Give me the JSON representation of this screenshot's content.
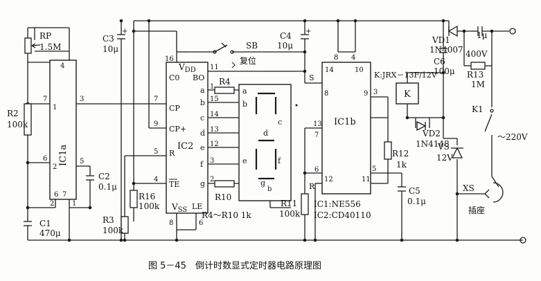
{
  "caption": "图 5－45　倒计时数显式定时器电路原理图",
  "components": {
    "rp": {
      "ref": "RP",
      "value": "1.5M"
    },
    "r2": {
      "ref": "R2",
      "value": "100k"
    },
    "c1": {
      "ref": "C1",
      "value": "470μ"
    },
    "ic1a": "IC1a",
    "c3": {
      "ref": "C3",
      "value": "10μ"
    },
    "c2": {
      "ref": "C2",
      "value": "0.1μ"
    },
    "r16": {
      "ref": "R16",
      "value": "100k"
    },
    "r3": {
      "ref": "R3",
      "value": "100k"
    },
    "ic2": "IC2",
    "sb": {
      "ref": "SB",
      "label": "复位"
    },
    "r4": "R4",
    "r10": "R10",
    "r_range": "R4～R10 1k",
    "c4": {
      "ref": "C4",
      "value": "10μ"
    },
    "ic1b": "IC1b",
    "r11": {
      "ref": "R11",
      "value": "100k"
    },
    "ic_notes": [
      "IC1:NE556",
      "IC2:CD40110"
    ],
    "relay": {
      "ref": "K",
      "type": "K:JRX－13F/12V"
    },
    "vd1": {
      "ref": "VD1",
      "value": "1N4007"
    },
    "c6": {
      "ref": "C6",
      "value": "100μ"
    },
    "c7": {
      "value": "1μ"
    },
    "c7_voltage": "400V",
    "r13": {
      "ref": "R13",
      "value": "1M"
    },
    "k1": "K1",
    "vd2": {
      "ref": "VD2",
      "value": "1N4148"
    },
    "r12": {
      "ref": "R12",
      "value": "1k"
    },
    "c5": {
      "ref": "C5",
      "value": "0.1μ"
    },
    "vs": {
      "ref": "VS",
      "value": "12V"
    },
    "xs": {
      "ref": "XS",
      "label": "插座"
    },
    "mains": "～220V"
  },
  "ic2_pins": {
    "vdd": "V",
    "vdd_sub": "DD",
    "vss": "V",
    "vss_sub": "SS",
    "co": "C0",
    "bo": "BO",
    "cp": "CP",
    "cpplus": "CP+",
    "r": "R",
    "te": "TE",
    "le": "LE",
    "outs": [
      "a",
      "b",
      "c",
      "d",
      "e",
      "f",
      "g"
    ]
  },
  "ic1a_pins": [
    "4",
    "7",
    "1",
    "3",
    "6",
    "2",
    "5",
    "6",
    "7",
    "2",
    "1"
  ],
  "display_segs": [
    "a",
    "b",
    "c",
    "d",
    "e",
    "f",
    "g",
    "b"
  ],
  "ic1b_pins": {
    "p14": "14",
    "p10": "10",
    "p8": "8",
    "p4": "4",
    "s": "S",
    "p8b": "8",
    "p9": "9",
    "p13": "13",
    "p7": "7",
    "p6": "6",
    "p12": "12",
    "p11": "11",
    "p5": "5",
    "r": "R",
    "p3": "3"
  }
}
